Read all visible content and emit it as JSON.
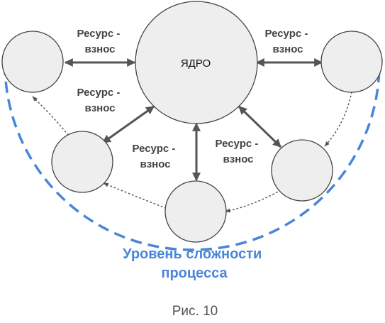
{
  "diagram": {
    "core": {
      "label": "ЯДРО"
    },
    "edge_labels": [
      {
        "line1": "Ресурс -",
        "line2": "взнос"
      },
      {
        "line1": "Ресурс -",
        "line2": "взнос"
      },
      {
        "line1": "Ресурс -",
        "line2": "взнос"
      },
      {
        "line1": "Ресурс -",
        "line2": "взнос"
      },
      {
        "line1": "Ресурс -",
        "line2": "взнос"
      }
    ],
    "boundary": {
      "line1": "Уровень сложности",
      "line2": "процесса",
      "color": "#4a86d8"
    },
    "caption": "Рис. 10"
  }
}
